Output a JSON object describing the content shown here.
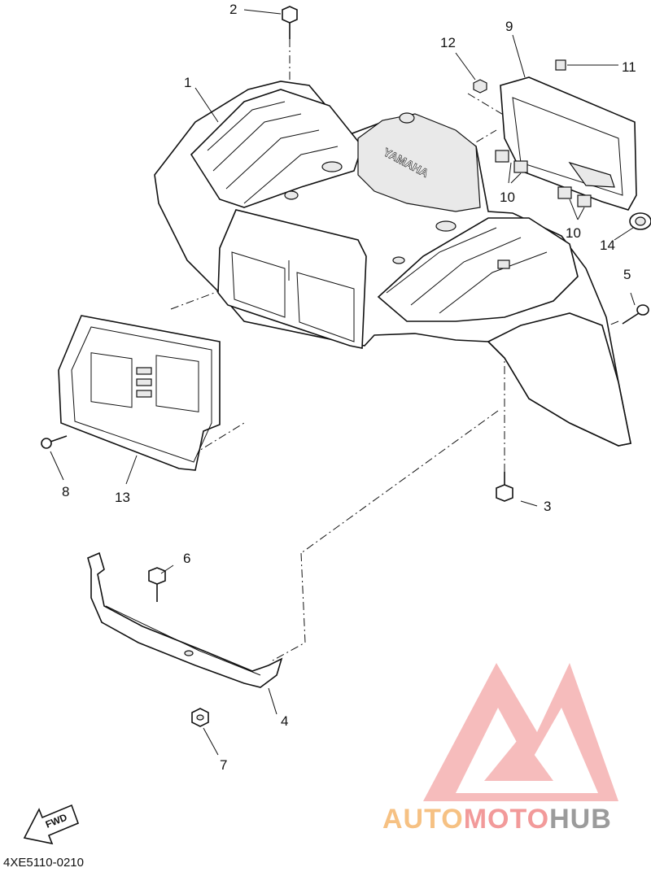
{
  "diagram": {
    "callouts": {
      "c1": "1",
      "c2": "2",
      "c3": "3",
      "c4": "4",
      "c5": "5",
      "c6": "6",
      "c7": "7",
      "c8": "8",
      "c9": "9",
      "c10a": "10",
      "c10b": "10",
      "c11": "11",
      "c12": "12",
      "c13": "13",
      "c14": "14"
    },
    "fender_text": "YAMAHA",
    "fwd_label": "FWD",
    "figure_code": "4XE5110-0210"
  },
  "watermark": {
    "part1": "AUTO",
    "part2": "MOTO",
    "part3": "HUB",
    "colors": {
      "auto": "#f6c183",
      "moto": "#f29a9a",
      "hub": "#9b9b9b",
      "logo": "#f08080"
    }
  }
}
